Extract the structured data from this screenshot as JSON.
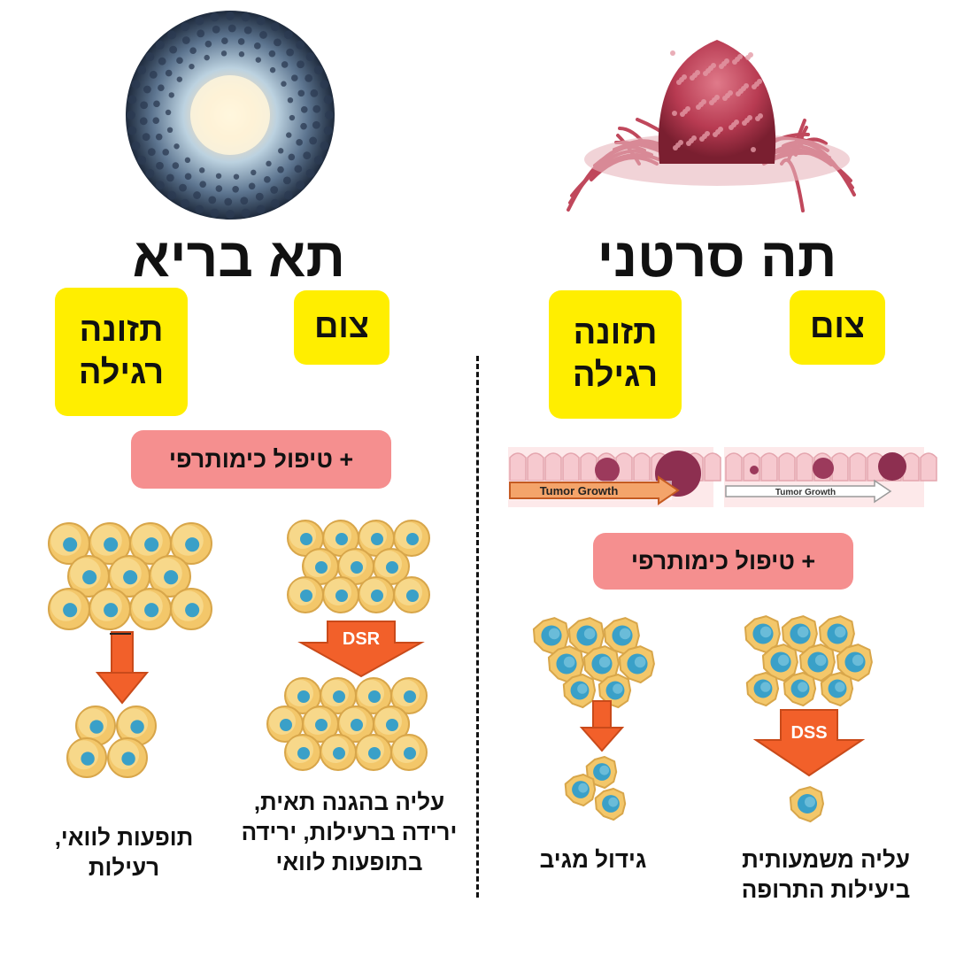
{
  "healthy": {
    "title": "תא בריא",
    "fasting_label": "צום",
    "normal_diet_label": "תזונה רגילה",
    "chemo_label": "+ טיפול כימותרפי",
    "arrow_label": "DSR",
    "caption_fasting": "עליה בהגנה תאית, ירידה ברעילות, ירידה בתופעות לוואי",
    "caption_normal": "תופעות לוואי, רעילות"
  },
  "cancer": {
    "title": "תה סרטני",
    "fasting_label": "צום",
    "normal_diet_label": "תזונה רגילה",
    "chemo_label": "+ טיפול כימותרפי",
    "arrow_label": "DSS",
    "caption_fasting": "עליה משמעותית ביעילות התרופה",
    "caption_normal": "גידול מגיב",
    "strip_label_fasting": "Tumor Growth",
    "strip_label_normal": "Tumor Growth"
  },
  "colors": {
    "highlight_yellow": "#ffee00",
    "highlight_pink": "#f58f8f",
    "arrow_orange": "#f2602a",
    "cell_yellow": "#f3c76a",
    "cell_nucleus": "#3aa0c8",
    "cancer_red": "#c4435a"
  }
}
